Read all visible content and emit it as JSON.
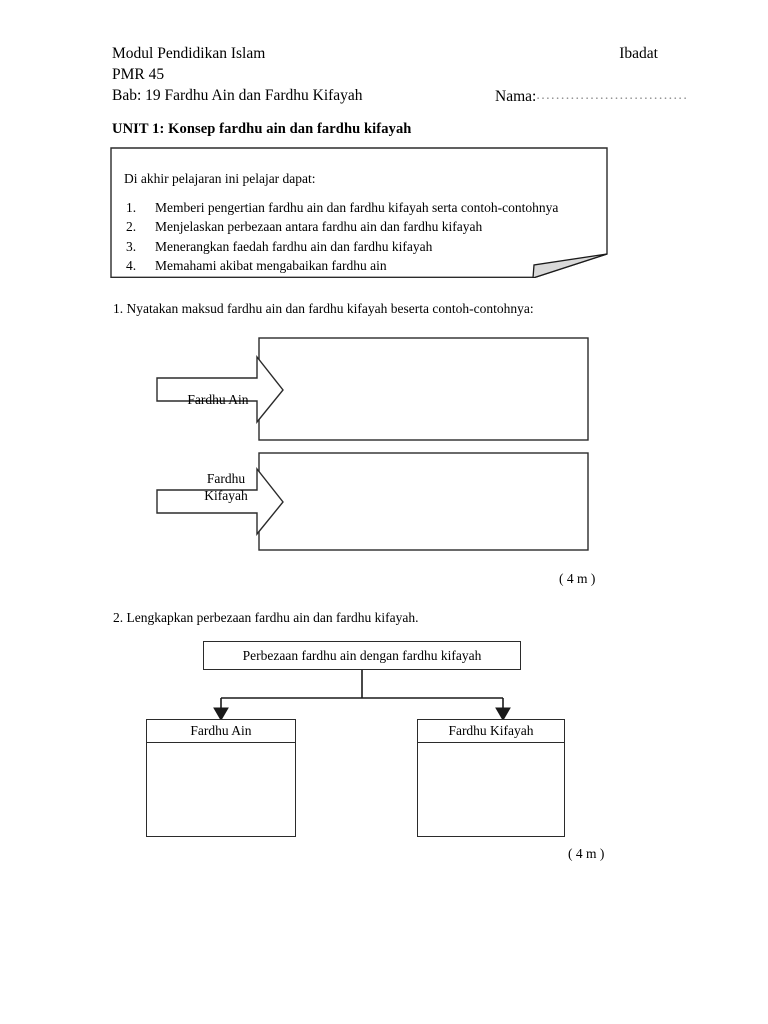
{
  "header": {
    "module_title": "Modul Pendidikan Islam",
    "subject": "Ibadat",
    "code": "PMR 45",
    "chapter": "Bab: 19 Fardhu Ain dan Fardhu Kifayah",
    "name_label": "Nama:",
    "name_value": "",
    "name_dots": "..............................."
  },
  "unit": {
    "title": "UNIT 1: Konsep fardhu ain dan fardhu kifayah"
  },
  "objectives": {
    "lead": "Di akhir pelajaran ini pelajar dapat:",
    "items": [
      {
        "num": "1.",
        "text": "Memberi pengertian fardhu ain dan fardhu kifayah serta contoh-contohnya"
      },
      {
        "num": "2.",
        "text": "Menjelaskan perbezaan antara fardhu ain dan fardhu kifayah"
      },
      {
        "num": "3.",
        "text": "Menerangkan faedah fardhu ain dan fardhu kifayah"
      },
      {
        "num": "4.",
        "text": "Memahami akibat mengabaikan fardhu ain"
      }
    ],
    "fold_fill": "#d9d9d9",
    "border_color": "#2b2b2b"
  },
  "question1": {
    "text": "1. Nyatakan maksud fardhu ain dan fardhu kifayah beserta contoh-contohnya:",
    "arrow1_label": "Fardhu Ain",
    "arrow1_answer": "",
    "arrow2_label": "Fardhu\nKifayah",
    "arrow2_answer": "",
    "marks": "( 4 m )"
  },
  "question2": {
    "text": "2. Lengkapkan perbezaan fardhu ain dan fardhu kifayah.",
    "flowchart_title": "Perbezaan fardhu ain dengan fardhu kifayah",
    "left_box_title": "Fardhu Ain",
    "left_box_answer": "",
    "right_box_title": "Fardhu Kifayah",
    "right_box_answer": "",
    "marks": "( 4 m )"
  },
  "colors": {
    "ink": "#000000",
    "line": "#2b2b2b",
    "fold": "#d9d9d9",
    "paper": "#ffffff"
  }
}
